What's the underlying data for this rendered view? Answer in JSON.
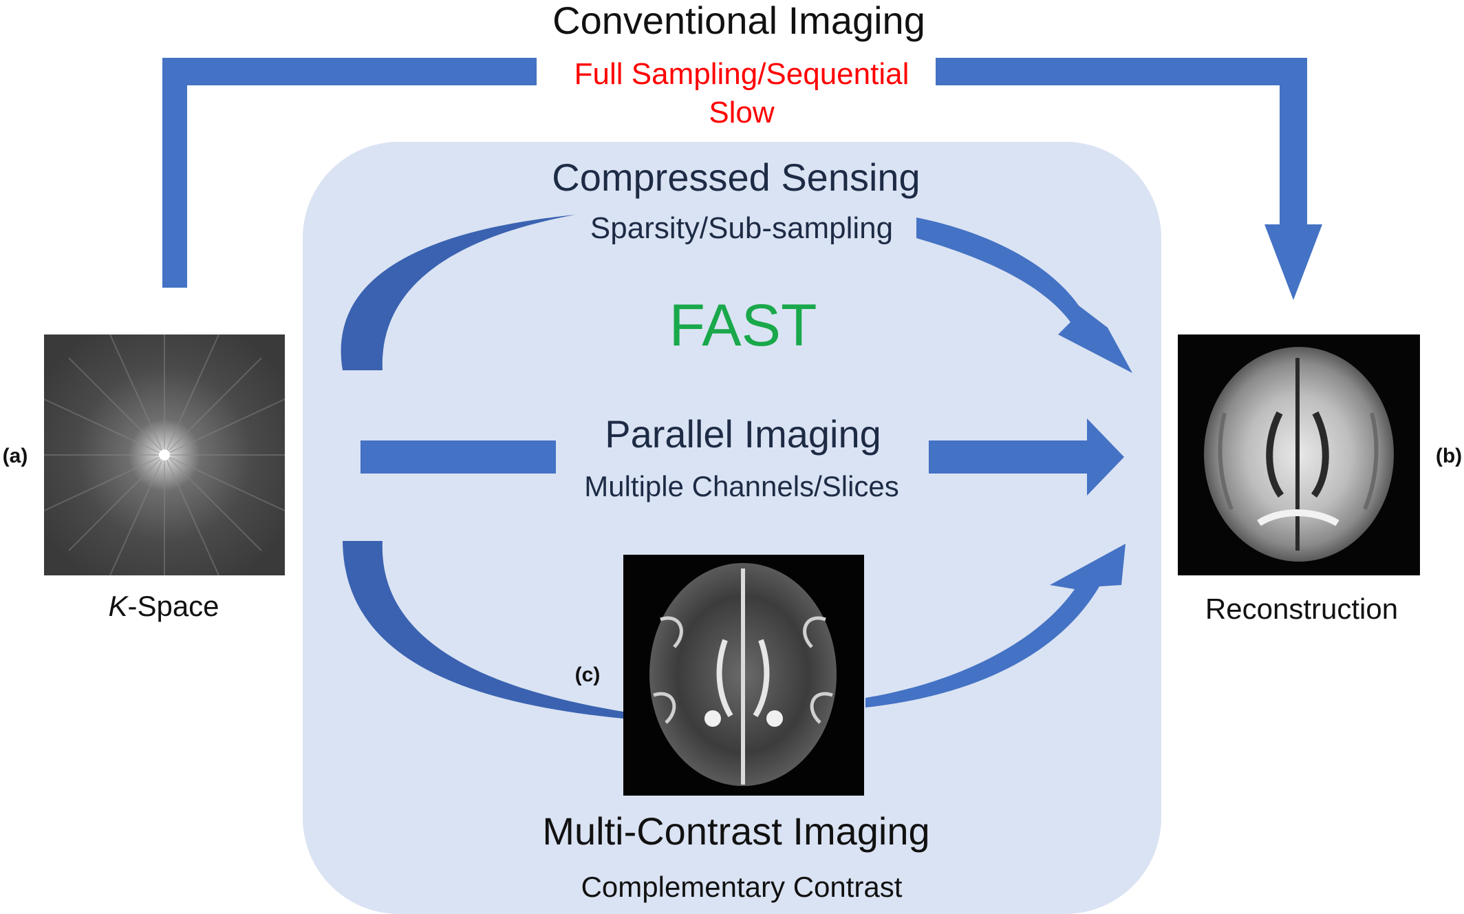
{
  "conventional": {
    "title": "Conventional Imaging",
    "line1": "Full Sampling/Sequential",
    "line2": "Slow",
    "line_color": "#ff0000"
  },
  "compressed_sensing": {
    "title": "Compressed Sensing",
    "subtitle": "Sparsity/Sub-sampling"
  },
  "fast_label": "FAST",
  "parallel_imaging": {
    "title": "Parallel Imaging",
    "subtitle": "Multiple Channels/Slices"
  },
  "multi_contrast": {
    "title": "Multi-Contrast Imaging",
    "subtitle": "Complementary Contrast"
  },
  "kspace": {
    "label_italic": "K",
    "label_rest": "-Space",
    "panel": "(a)"
  },
  "reconstruction": {
    "label": "Reconstruction",
    "panel": "(b)"
  },
  "multi_contrast_image": {
    "panel": "(c)"
  },
  "colors": {
    "arrow": "#4472c4",
    "arrow_dark": "#3a62b0",
    "fast_box": "#dae3f3",
    "fast_text": "#19a84a",
    "heading_text": "#1d2b45"
  }
}
